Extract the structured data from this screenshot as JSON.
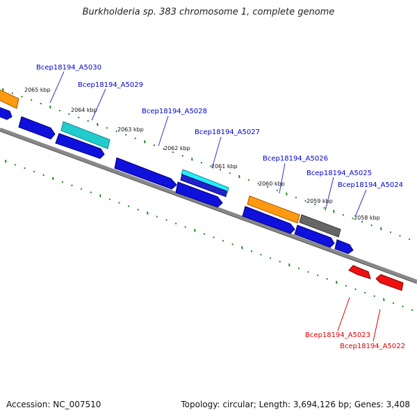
{
  "title": "Burkholderia sp. 383 chromosome 1, complete genome",
  "footer": {
    "accession": "Accession: NC_007510",
    "summary": "Topology: circular; Length: 3,694,126 bp; Genes: 3,408"
  },
  "colors": {
    "forward_gene": "#1010dd",
    "reverse_gene": "#ee1111",
    "cyan_feature": "#22cccc",
    "orange_feature": "#ff9911",
    "gray_feature": "#666666",
    "tick": "#228822",
    "backbone": "#888888",
    "label_forward": "#0000cc",
    "label_reverse": "#dd0000"
  },
  "kbp_ticks": [
    "2065 kbp",
    "2064 kbp",
    "2063 kbp",
    "2062 kbp",
    "2061 kbp",
    "2060 kbp",
    "2059 kbp",
    "2058 kbp"
  ],
  "gene_labels_forward": [
    "Bcep18194_A5030",
    "Bcep18194_A5029",
    "Bcep18194_A5028",
    "Bcep18194_A5027",
    "Bcep18194_A5026",
    "Bcep18194_A5025",
    "Bcep18194_A5024"
  ],
  "gene_labels_reverse": [
    "Bcep18194_A5023",
    "Bcep18194_A5022"
  ]
}
